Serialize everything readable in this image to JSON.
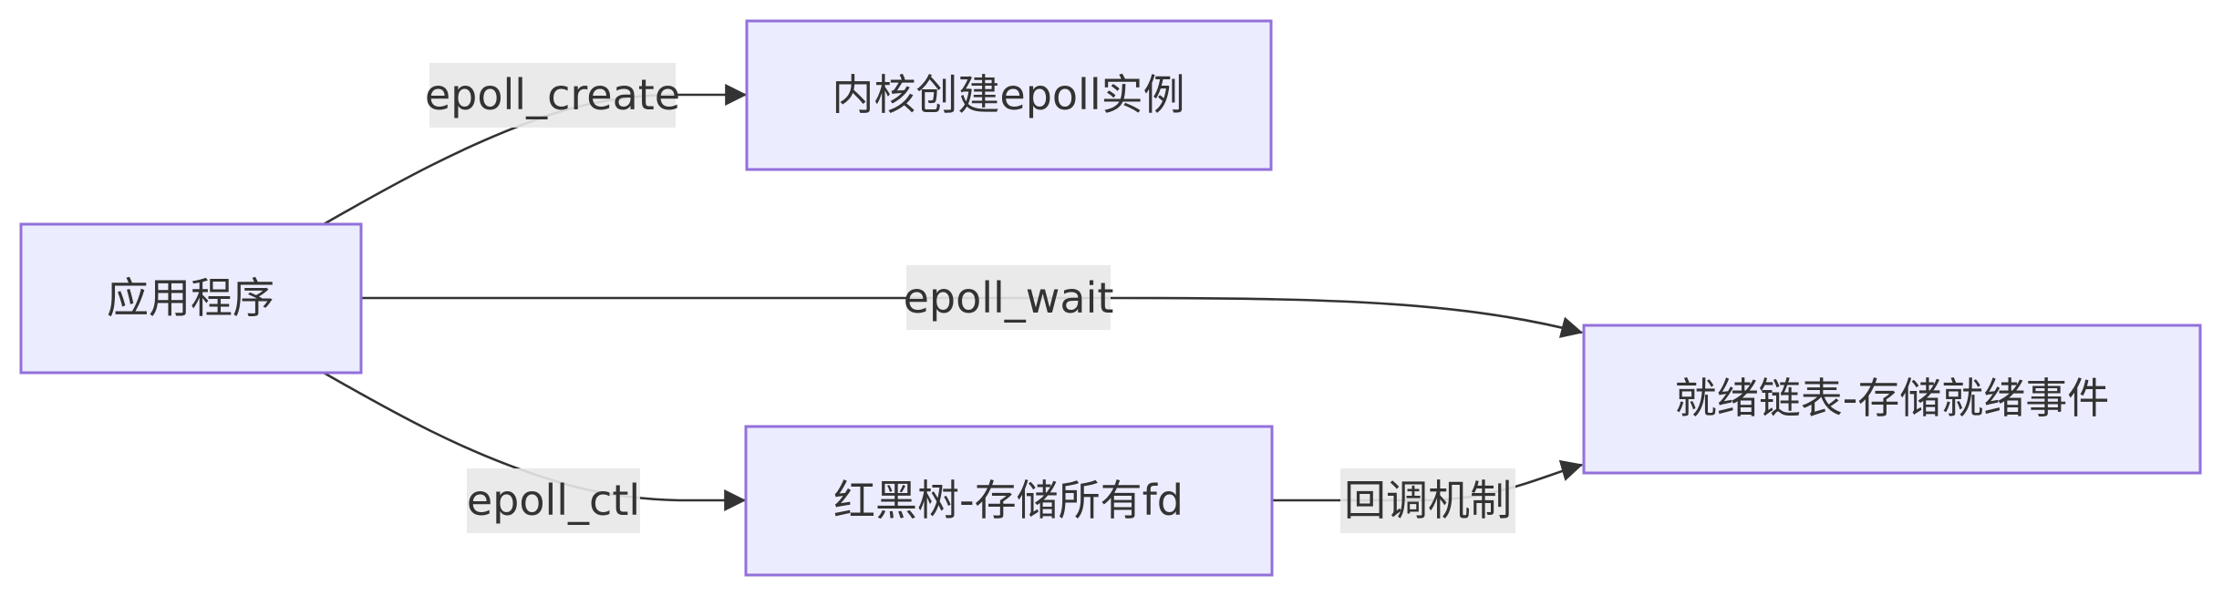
{
  "diagram": {
    "nodes": {
      "app": {
        "label": "应用程序"
      },
      "kernel": {
        "label": "内核创建epoll实例"
      },
      "rbtree": {
        "label": "红黑树-存储所有fd"
      },
      "readylist": {
        "label": "就绪链表-存储就绪事件"
      }
    },
    "edges": {
      "create": {
        "label": "epoll_create"
      },
      "wait": {
        "label": "epoll_wait"
      },
      "ctl": {
        "label": "epoll_ctl"
      },
      "callback": {
        "label": "回调机制"
      }
    },
    "colors": {
      "node_fill": "#ECECFF",
      "node_stroke": "#9370DB",
      "edge": "#333333",
      "label_bg": "#E8E8E8",
      "text": "#333333"
    }
  }
}
